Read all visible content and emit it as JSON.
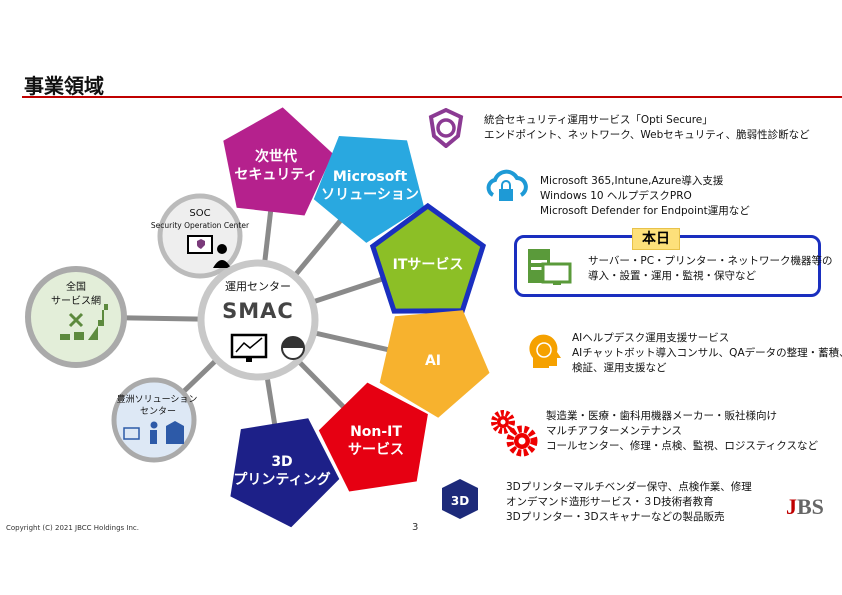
{
  "title": "事業領域",
  "pentagons": [
    {
      "label1": "次世代",
      "label2": "セキュリティ",
      "color": "#b5218d"
    },
    {
      "label1": "Microsoft",
      "label2": "ソリューション",
      "color": "#29a8e0"
    },
    {
      "label1": "ITサービス",
      "label2": "",
      "color": "#8cbf26"
    },
    {
      "label1": "AI",
      "label2": "",
      "color": "#f7b22e"
    },
    {
      "label1": "Non-IT",
      "label2": "サービス",
      "color": "#e60012"
    },
    {
      "label1": "3D",
      "label2": "プリンティング",
      "color": "#1d2088"
    }
  ],
  "hub": {
    "label": "運用センター",
    "logo": "SMAC"
  },
  "circles": {
    "soc": {
      "line1": "SOC",
      "line2": "Security Operation Center"
    },
    "nation": {
      "line1": "全国",
      "line2": "サービス網"
    },
    "toyosu": {
      "line1": "豊洲ソリューション",
      "line2": "センター"
    }
  },
  "descriptions": [
    {
      "icon": "shield-icon",
      "lines": [
        "統合セキュリティ運用サービス「Opti Secure」",
        "エンドポイント、ネットワーク、Webセキュリティ、脆弱性診断など"
      ]
    },
    {
      "icon": "cloud-lock-icon",
      "lines": [
        "Microsoft 365,Intune,Azure導入支援",
        "Windows 10 ヘルプデスクPRO",
        "Microsoft Defender for Endpoint運用など"
      ]
    },
    {
      "icon": "server-monitor-icon",
      "lines": [
        "サーバー・PC・プリンター・ネットワーク機器等の",
        "導入・設置・運用・監視・保守など"
      ]
    },
    {
      "icon": "ai-head-icon",
      "lines": [
        "AIヘルプデスク運用支援サービス",
        "AIチャットボット導入コンサル、QAデータの整理・蓄積、",
        "検証、運用支援など"
      ]
    },
    {
      "icon": "gears-icon",
      "lines": [
        "製造業・医療・歯科用機器メーカー・販社様向け",
        "マルチアフターメンテナンス",
        "コールセンター、修理・点検、監視、ロジスティクスなど"
      ]
    },
    {
      "icon": "3d-cube-icon",
      "lines": [
        "3Dプリンターマルチベンダー保守、点検作業、修理",
        "オンデマンド造形サービス・３D技術者教育",
        "3Dプリンター・3Dスキャナーなどの製品販売"
      ]
    }
  ],
  "badge": "本日",
  "cube_label": "3D",
  "footer": "Copyright (C) 2021 JBCC Holdings Inc.",
  "page": "3",
  "logo": "JBS"
}
